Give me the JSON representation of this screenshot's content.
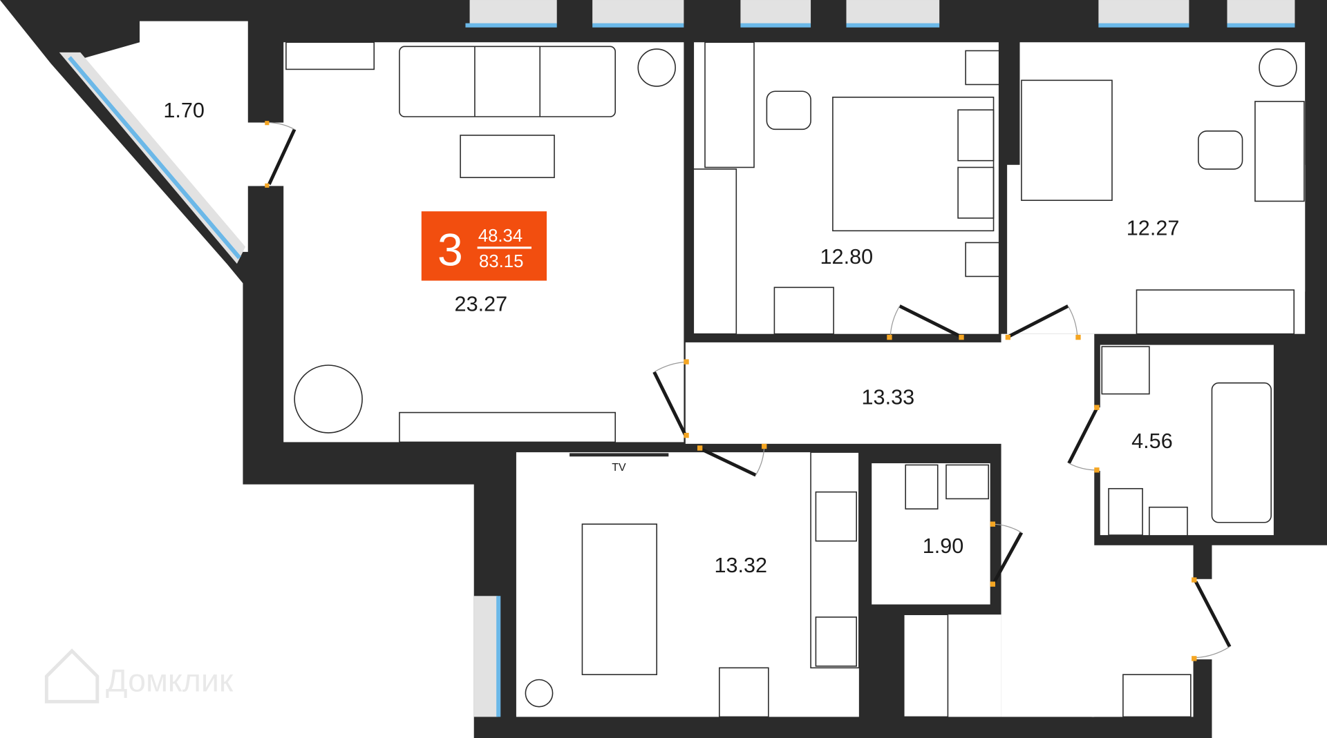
{
  "plan": {
    "rooms_count": "3",
    "living_area": "48.34",
    "total_area": "83.15",
    "badge_color": "#f24e0f",
    "rooms": [
      {
        "id": "balcony",
        "area": "1.70"
      },
      {
        "id": "living-room",
        "area": "23.27"
      },
      {
        "id": "bedroom-1",
        "area": "12.80"
      },
      {
        "id": "bedroom-2",
        "area": "12.27"
      },
      {
        "id": "hallway",
        "area": "13.33"
      },
      {
        "id": "bathroom",
        "area": "4.56"
      },
      {
        "id": "kitchen",
        "area": "13.32"
      },
      {
        "id": "wc",
        "area": "1.90"
      }
    ],
    "tv_label": "TV"
  },
  "watermark": "Домклик"
}
